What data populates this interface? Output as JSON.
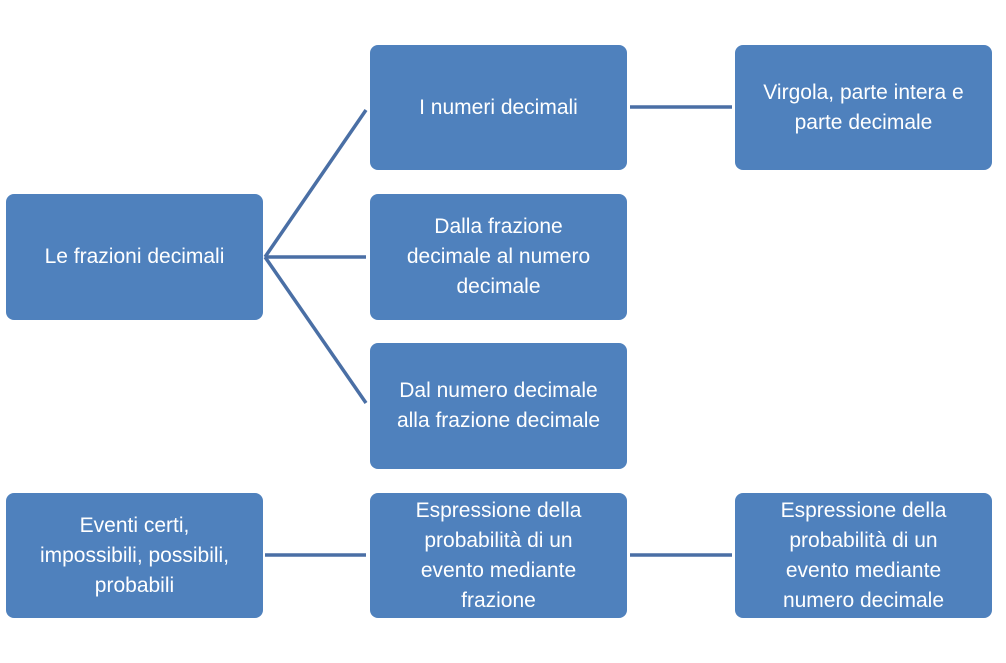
{
  "nodes": {
    "root": "Le frazioni decimali",
    "numeri_decimali": "I numeri decimali",
    "virgola": "Virgola, parte intera e\nparte decimale",
    "dalla_frazione": "Dalla frazione\ndecimale al numero\ndecimale",
    "dal_numero": "Dal numero decimale\nalla  frazione decimale",
    "eventi": "Eventi certi,\nimpossibili, possibili,\nprobabili",
    "espressione_frazione": "Espressione della\nprobabilità di un\nevento mediante\nfrazione",
    "espressione_decimale": "Espressione della\nprobabilità di un\nevento mediante\nnumero decimale"
  },
  "colors": {
    "node_fill": "#4f81bd",
    "connector": "#4a6fa5",
    "text": "#ffffff"
  }
}
